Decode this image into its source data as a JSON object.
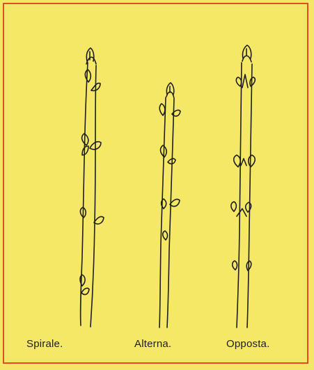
{
  "labels": {
    "spirale": "Spirale.",
    "alterna": "Alterna.",
    "opposta": "Opposta."
  },
  "colors": {
    "background": "#f3e76a",
    "border": "#e24a28",
    "ink": "#1d1d1d"
  }
}
